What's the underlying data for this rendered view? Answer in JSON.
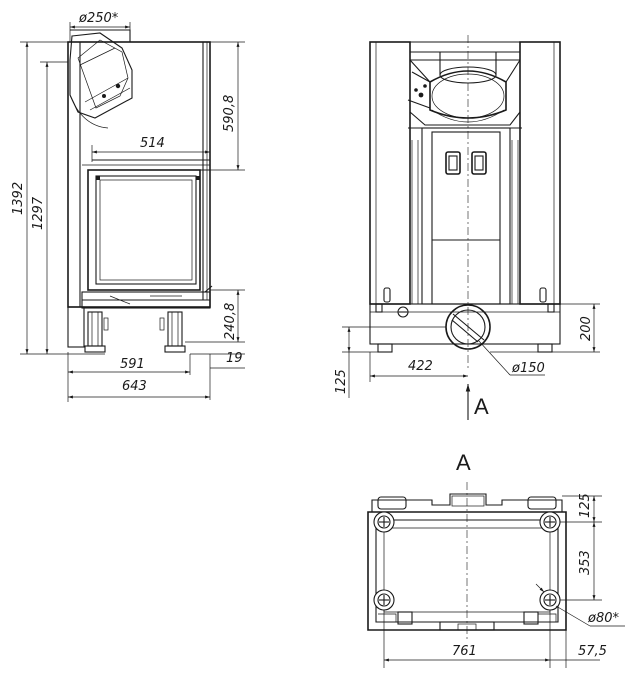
{
  "front_view": {
    "labels": {
      "flue_diameter": "ø250*",
      "total_height": "1392",
      "flue_height": "1297",
      "top_section": "590,8",
      "opening_width": "514",
      "base_height": "240,8",
      "inner_depth": "591",
      "outer_depth": "643",
      "offset": "19"
    }
  },
  "side_view": {
    "labels": {
      "air_inlet_height": "200",
      "air_inlet_offset": "422",
      "air_inlet_diameter": "ø150",
      "floor_height": "125",
      "view_marker": "A"
    }
  },
  "top_view": {
    "labels": {
      "view_marker": "A",
      "back_depth": "125",
      "leg_spacing": "353",
      "width": "761",
      "leg_diameter": "ø80*",
      "leg_offset": "57,5"
    }
  }
}
